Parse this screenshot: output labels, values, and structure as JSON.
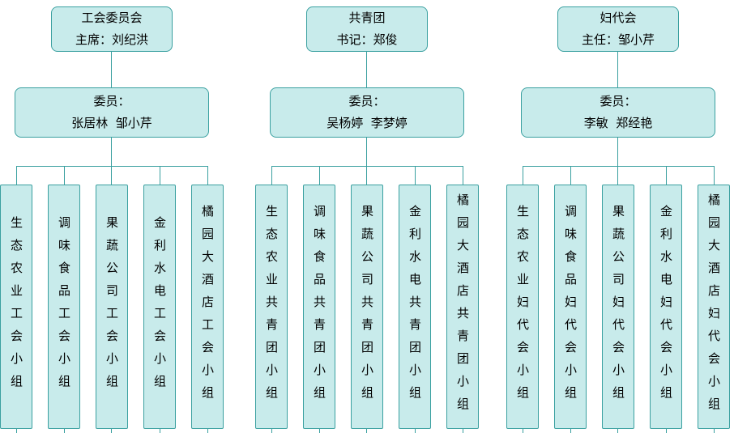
{
  "colors": {
    "box_fill": "#c8ebeb",
    "box_border": "#3aa0a0",
    "connector_line": "#3aa0a0",
    "text": "#000000"
  },
  "trees": [
    {
      "name": "union-committee",
      "root": {
        "title": "工会委员会",
        "subtitle": "主席：刘纪洪"
      },
      "committee": {
        "label": "委员：",
        "members": "张居林  邹小芹"
      },
      "leaves": [
        "生态农业工会小组",
        "调味食品工会小组",
        "果蔬公司工会小组",
        "金利水电工会小组",
        "橘园大酒店工会小组"
      ]
    },
    {
      "name": "youth-league",
      "root": {
        "title": "共青团",
        "subtitle": "书记：郑俊"
      },
      "committee": {
        "label": "委员：",
        "members": "吴杨婷  李梦婷"
      },
      "leaves": [
        "生态农业共青团小组",
        "调味食品共青团小组",
        "果蔬公司共青团小组",
        "金利水电共青团小组",
        "橘园大酒店共青团小组"
      ]
    },
    {
      "name": "womens-congress",
      "root": {
        "title": "妇代会",
        "subtitle": "主任：邹小芹"
      },
      "committee": {
        "label": "委员：",
        "members": "李敏  郑经艳"
      },
      "leaves": [
        "生态农业妇代会小组",
        "调味食品妇代会小组",
        "果蔬公司妇代会小组",
        "金利水电妇代会小组",
        "橘园大酒店妇代会小组"
      ]
    }
  ]
}
